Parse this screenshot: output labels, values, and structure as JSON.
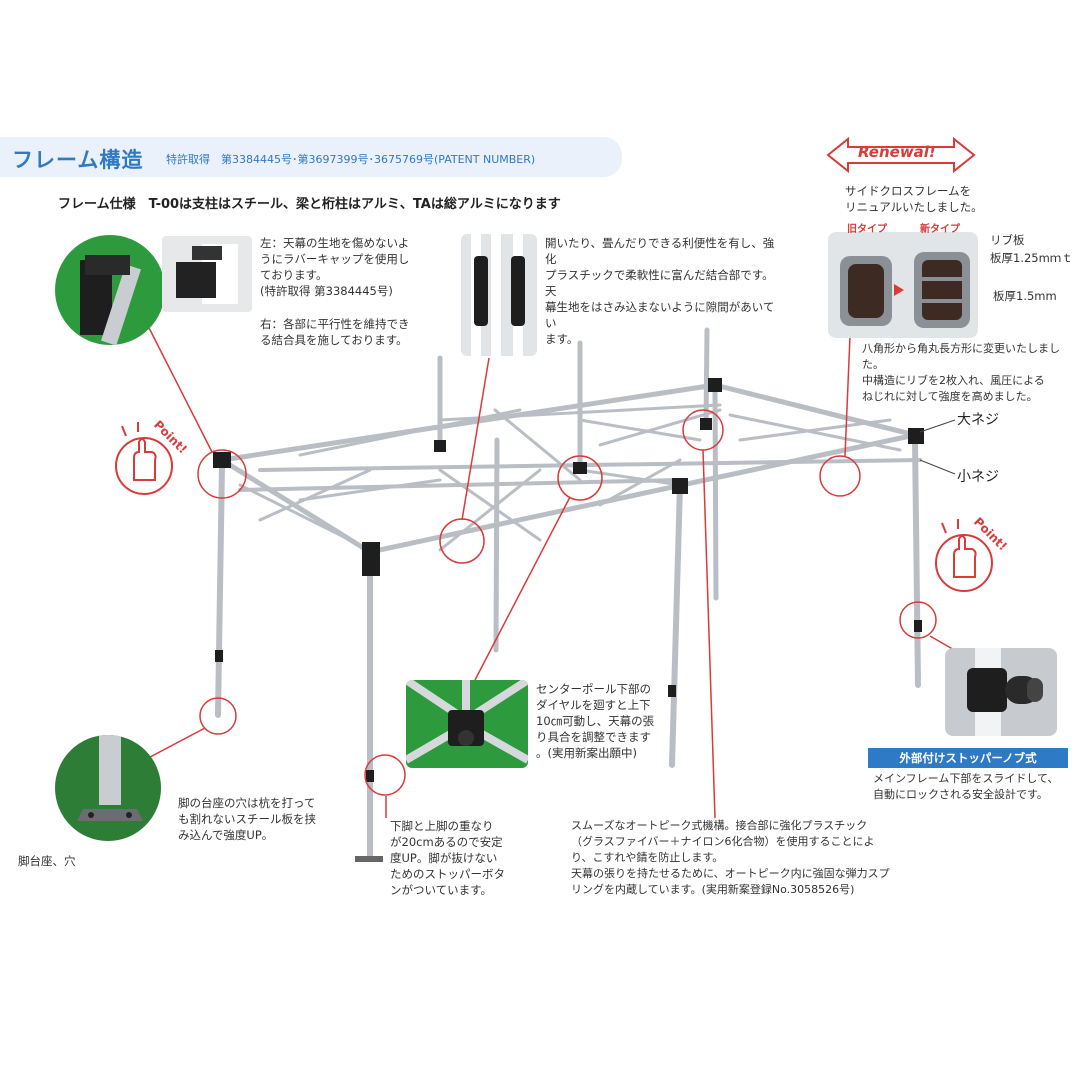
{
  "header": {
    "title": "フレーム構造",
    "patent": "特許取得　第3384445号･第3697399号･3675769号(PATENT NUMBER)"
  },
  "spec": "フレーム仕様　T-00は支柱はスチール、梁と桁柱はアルミ、TAは総アルミになります",
  "notes": {
    "cap_left": "左：天幕の生地を傷めないよ\nうにラバーキャップを使用し\nております。\n(特許取得 第3384445号)",
    "cap_right": "右：各部に平行性を維持でき\nる結合具を施しております。",
    "hinge": "開いたり、畳んだりできる利便性を有し、強化\nプラスチックで柔軟性に富んだ結合部です。天\n幕生地をはさみ込まないように隙間があいてい\nます。",
    "renewal_intro": "サイドクロスフレームを\nリニュアルいたしました。",
    "renewal_detail": "八角形から角丸長方形に変更いたしました。\n中構造にリブを2枚入れ、風圧による\nねじれに対して強度を高めました。",
    "center_pole": "センターポール下部の\nダイヤルを廻すと上下\n10㎝可動し、天幕の張\nり具合を調整できます\n。(実用新案出願中)",
    "base": "脚の台座の穴は杭を打って\nも割れないスチール板を挟\nみ込んで強度UP。",
    "leg": "下脚と上脚の重なり\nが20cmあるので安定\n度UP。脚が抜けない\nためのストッパーボタ\nンがついています。",
    "autopeak": "スムーズなオートピーク式機構。接合部に強化プラスチック\n（グラスファイバー＋ナイロン6化合物）を使用することによ\nり、こすれや錆を防止します。\n天幕の張りを持たせるために、オートピーク内に強固な弾力スプ\nリングを内蔵しています。(実用新案登録No.3058526号)",
    "stopper": "メインフレーム下部をスライドして、\n自動にロックされる安全設計です。"
  },
  "labels": {
    "renewal": "Renewal!",
    "old_type": "旧タイプ",
    "new_type": "新タイプ",
    "rib": "リブ板",
    "rib_thickness": "板厚1.25mｍｔ",
    "plate_thickness": "板厚1.5mm",
    "large_screw": "大ネジ",
    "small_screw": "小ネジ",
    "base_caption": "脚台座、穴",
    "stopper_badge": "外部付けストッパーノブ式",
    "point": "Point!"
  },
  "colors": {
    "accent_blue": "#2f7ac4",
    "accent_red": "#d93a3a",
    "frame_silver": "#b9bec4",
    "joint_black": "#1e1e1e",
    "grass_green": "#2e9a3e"
  }
}
